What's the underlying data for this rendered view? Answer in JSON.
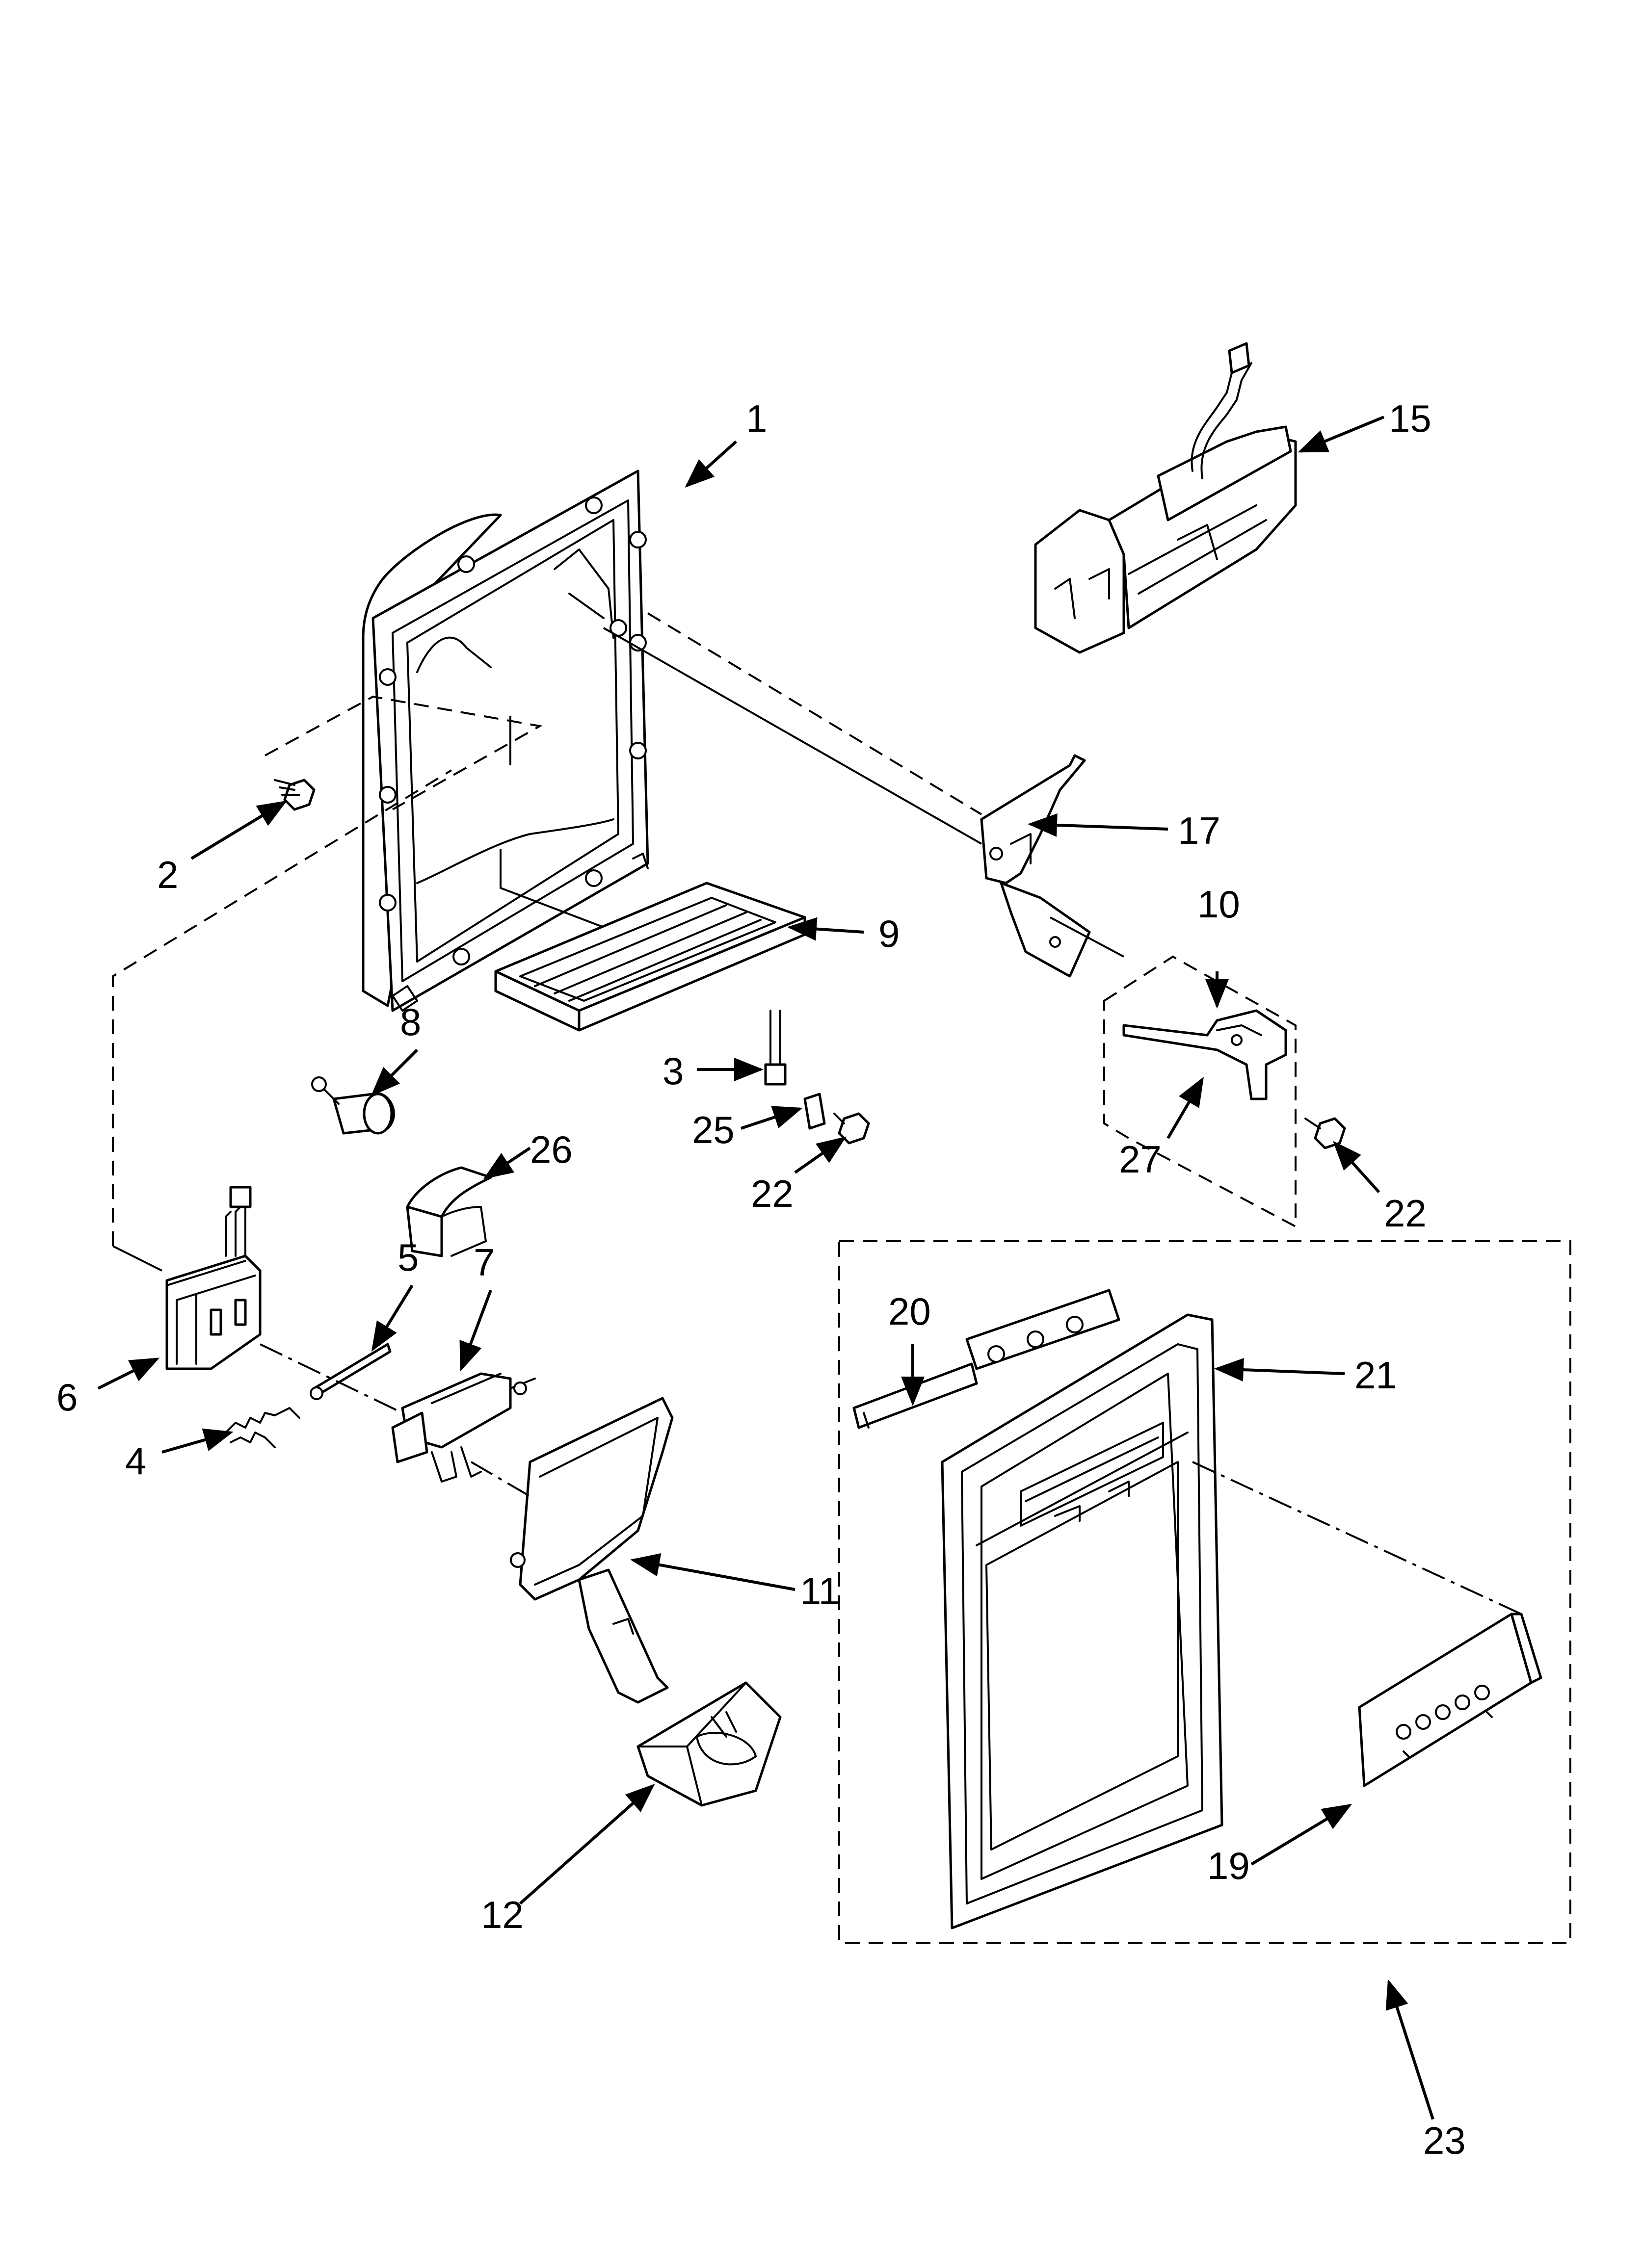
{
  "diagram": {
    "type": "exploded-parts-diagram",
    "callouts": [
      {
        "id": "c1",
        "label": "1"
      },
      {
        "id": "c2",
        "label": "2"
      },
      {
        "id": "c3",
        "label": "3"
      },
      {
        "id": "c4",
        "label": "4"
      },
      {
        "id": "c5",
        "label": "5"
      },
      {
        "id": "c6",
        "label": "6"
      },
      {
        "id": "c7",
        "label": "7"
      },
      {
        "id": "c8",
        "label": "8"
      },
      {
        "id": "c9",
        "label": "9"
      },
      {
        "id": "c10",
        "label": "10"
      },
      {
        "id": "c11",
        "label": "11"
      },
      {
        "id": "c12",
        "label": "12"
      },
      {
        "id": "c15",
        "label": "15"
      },
      {
        "id": "c17",
        "label": "17"
      },
      {
        "id": "c19",
        "label": "19"
      },
      {
        "id": "c20",
        "label": "20"
      },
      {
        "id": "c21",
        "label": "21"
      },
      {
        "id": "c22a",
        "label": "22"
      },
      {
        "id": "c22b",
        "label": "22"
      },
      {
        "id": "c23",
        "label": "23"
      },
      {
        "id": "c25",
        "label": "25"
      },
      {
        "id": "c26",
        "label": "26"
      },
      {
        "id": "c27",
        "label": "27"
      }
    ]
  }
}
